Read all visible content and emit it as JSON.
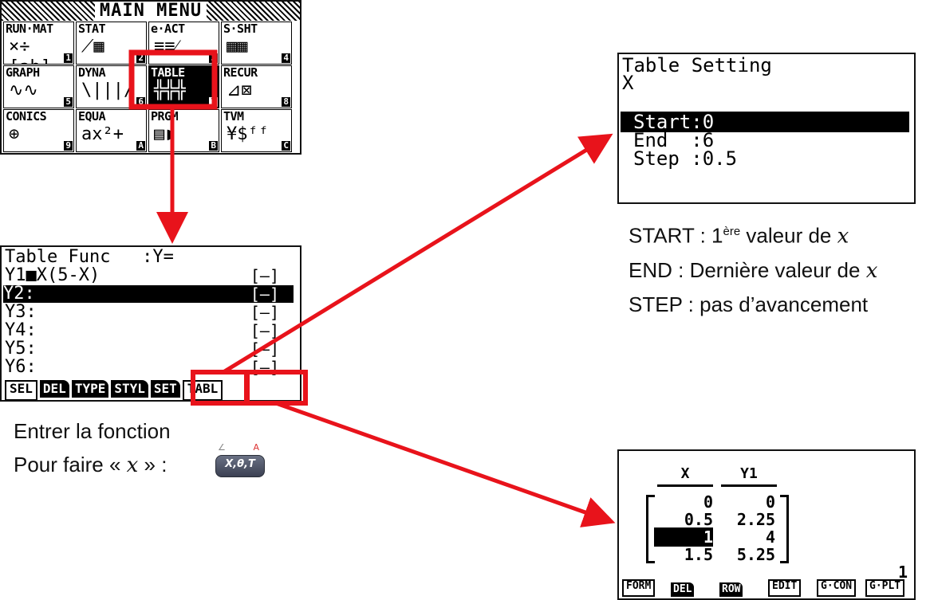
{
  "main_menu": {
    "title": "MAIN MENU",
    "tiles": [
      {
        "label": "RUN·MAT",
        "glyph": "×÷ [ab]",
        "num": "1"
      },
      {
        "label": "STAT",
        "glyph": "⟋▦",
        "num": "2"
      },
      {
        "label": "e·ACT",
        "glyph": "≡≡⁄",
        "num": "3"
      },
      {
        "label": "S·SHT",
        "glyph": "▦▦",
        "num": "4"
      },
      {
        "label": "GRAPH",
        "glyph": "∿∿",
        "num": "5"
      },
      {
        "label": "DYNA",
        "glyph": "\\|||/",
        "num": "6"
      },
      {
        "label": "TABLE",
        "glyph": "╬╬╬",
        "num": "7"
      },
      {
        "label": "RECUR",
        "glyph": "⊿⊠",
        "num": "8"
      },
      {
        "label": "CONICS",
        "glyph": "⊕",
        "num": "9"
      },
      {
        "label": "EQUA",
        "glyph": "ax²+",
        "num": "A"
      },
      {
        "label": "PRGM",
        "glyph": "▤◗",
        "num": "B"
      },
      {
        "label": "TVM",
        "glyph": "¥$ᶠᶠ",
        "num": "C"
      }
    ]
  },
  "table_func": {
    "header": "Table Func   :Y=",
    "rows": [
      "Y1■X(5-X)",
      "Y2:",
      "Y3:",
      "Y4:",
      "Y5:",
      "Y6:"
    ],
    "bracket": "[—]",
    "fkeys": [
      "SEL",
      "DEL",
      "TYPE",
      "STYL",
      "SET",
      "TABL"
    ]
  },
  "table_setting": {
    "title": "Table Setting",
    "var": "X",
    "rows": [
      {
        "label": "Start",
        "value": ":0"
      },
      {
        "label": "End  ",
        "value": ":6"
      },
      {
        "label": "Step ",
        "value": ":0.5"
      }
    ]
  },
  "settings_caption": {
    "start_prefix": "START : 1",
    "start_sup": "ère",
    "start_suffix": " valeur de ",
    "end_text": "END : Dernière valeur de ",
    "step_text": "STEP : pas d’avancement",
    "var": "x"
  },
  "func_caption": {
    "line1": "Entrer la fonction",
    "line2_prefix": "Pour faire « ",
    "line2_var": "x",
    "line2_suffix": " » :"
  },
  "key_icon": {
    "label": "X,θ,T",
    "shift": "∠",
    "alpha": "A"
  },
  "table_result": {
    "headers": [
      "X",
      "Y1"
    ],
    "rows": [
      {
        "x": "0",
        "y": "0"
      },
      {
        "x": "0.5",
        "y": "2.25"
      },
      {
        "x": "1",
        "y": "4"
      },
      {
        "x": "1.5",
        "y": "5.25"
      }
    ],
    "row_indicator": "1",
    "fkeys": [
      "FORM",
      "DEL",
      "ROW",
      "EDIT",
      "G·CON",
      "G·PLT"
    ]
  },
  "colors": {
    "highlight": "#e8131b",
    "lcd_ink": "#000000"
  }
}
